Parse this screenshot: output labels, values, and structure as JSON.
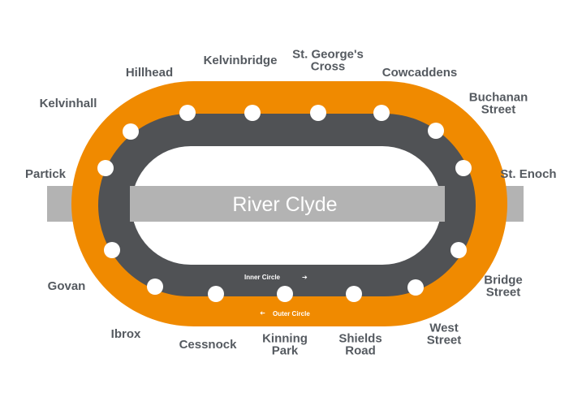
{
  "map": {
    "river": {
      "label": "River Clyde"
    },
    "inner_circle": {
      "label": "Inner Circle",
      "arrow": "➔"
    },
    "outer_circle": {
      "label": "Outer Circle",
      "arrow": "➔"
    },
    "stations": [
      {
        "lines": [
          "Hillhead"
        ]
      },
      {
        "lines": [
          "Kelvinbridge"
        ]
      },
      {
        "lines": [
          "St. George's",
          "Cross"
        ]
      },
      {
        "lines": [
          "Cowcaddens"
        ]
      },
      {
        "lines": [
          "Buchanan",
          "Street"
        ]
      },
      {
        "lines": [
          "St. Enoch"
        ]
      },
      {
        "lines": [
          "Bridge",
          "Street"
        ]
      },
      {
        "lines": [
          "West",
          "Street"
        ]
      },
      {
        "lines": [
          "Shields",
          "Road"
        ]
      },
      {
        "lines": [
          "Kinning",
          "Park"
        ]
      },
      {
        "lines": [
          "Cessnock"
        ]
      },
      {
        "lines": [
          "Ibrox"
        ]
      },
      {
        "lines": [
          "Govan"
        ]
      },
      {
        "lines": [
          "Partick"
        ]
      },
      {
        "lines": [
          "Kelvinhall"
        ]
      }
    ],
    "colors": {
      "outer_track": "#f08a00",
      "inner_track": "#505255",
      "river": "#b3b3b3",
      "station": "#ffffff",
      "label": "#555a60"
    }
  }
}
